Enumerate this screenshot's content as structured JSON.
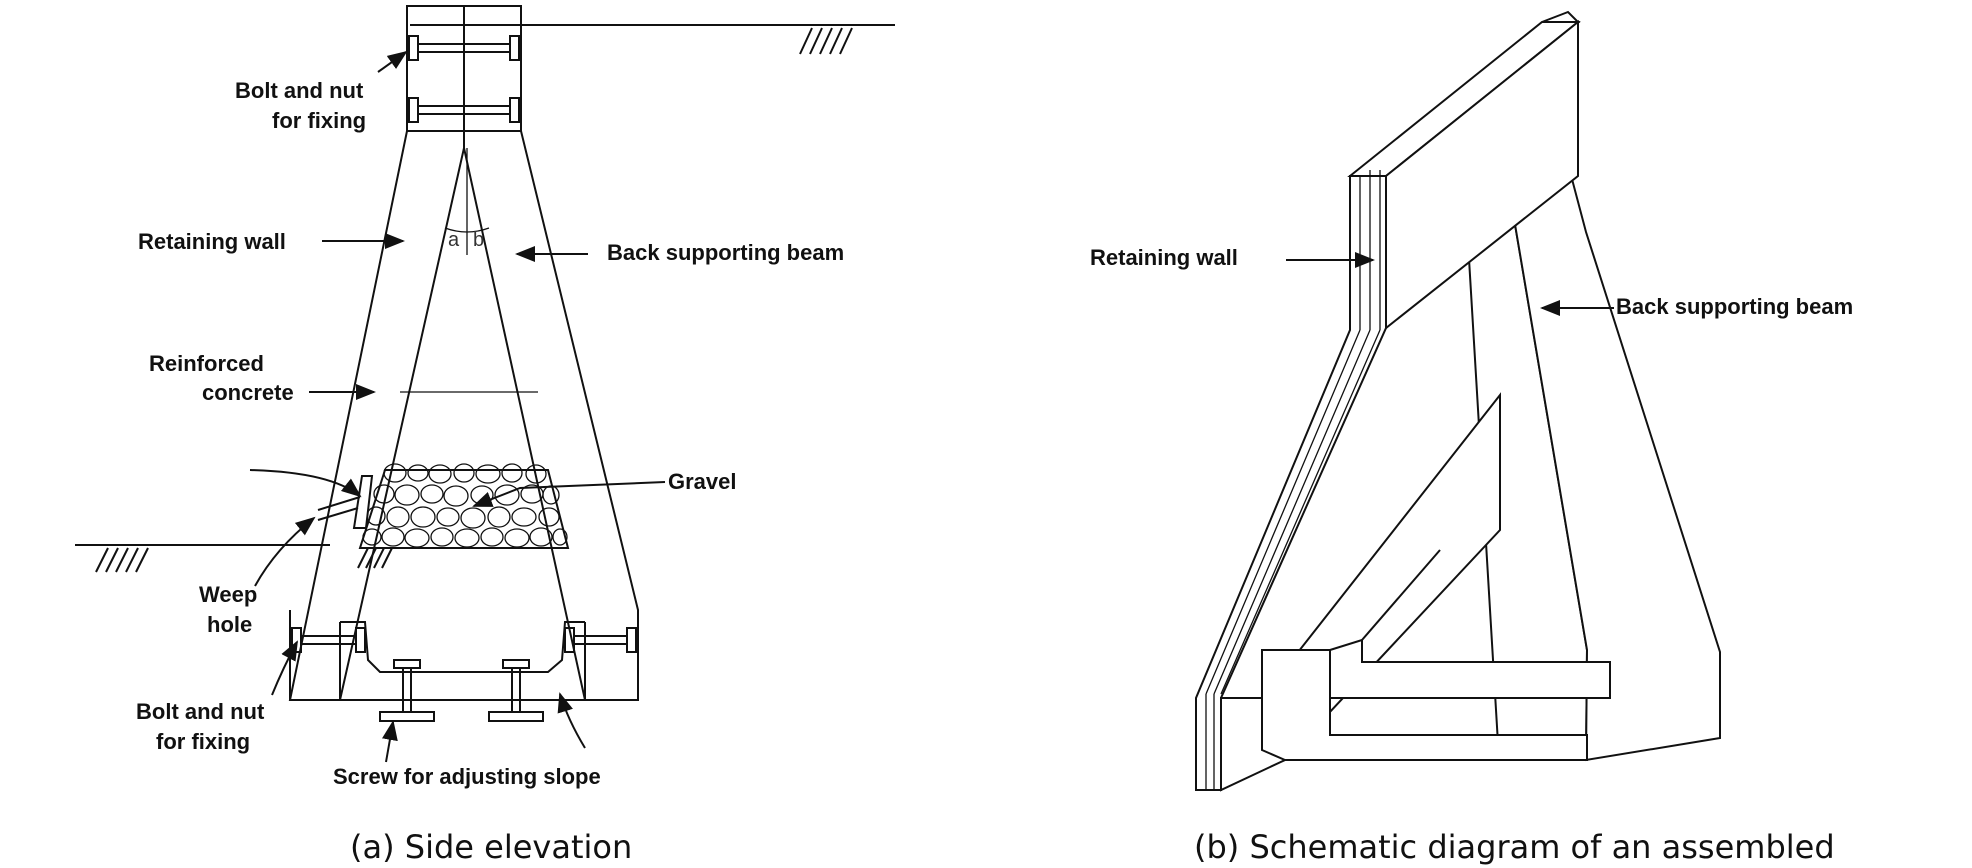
{
  "panel_a": {
    "caption": "(a) Side elevation",
    "labels": {
      "bolt_top_1": "Bolt and nut",
      "bolt_top_2": "for fixing",
      "retaining_wall": "Retaining wall",
      "back_beam": "Back supporting beam",
      "reinforced_1": "Reinforced",
      "reinforced_2": "concrete",
      "gravel": "Gravel",
      "weep_1": "Weep",
      "weep_2": "hole",
      "bolt_bottom_1": "Bolt and nut",
      "bolt_bottom_2": "for fixing",
      "screw": "Screw for adjusting slope",
      "angle_a": "a",
      "angle_b": "b"
    }
  },
  "panel_b": {
    "caption": "(b) Schematic diagram of an assembled",
    "labels": {
      "retaining_wall": "Retaining wall",
      "back_beam": "Back supporting beam"
    }
  }
}
